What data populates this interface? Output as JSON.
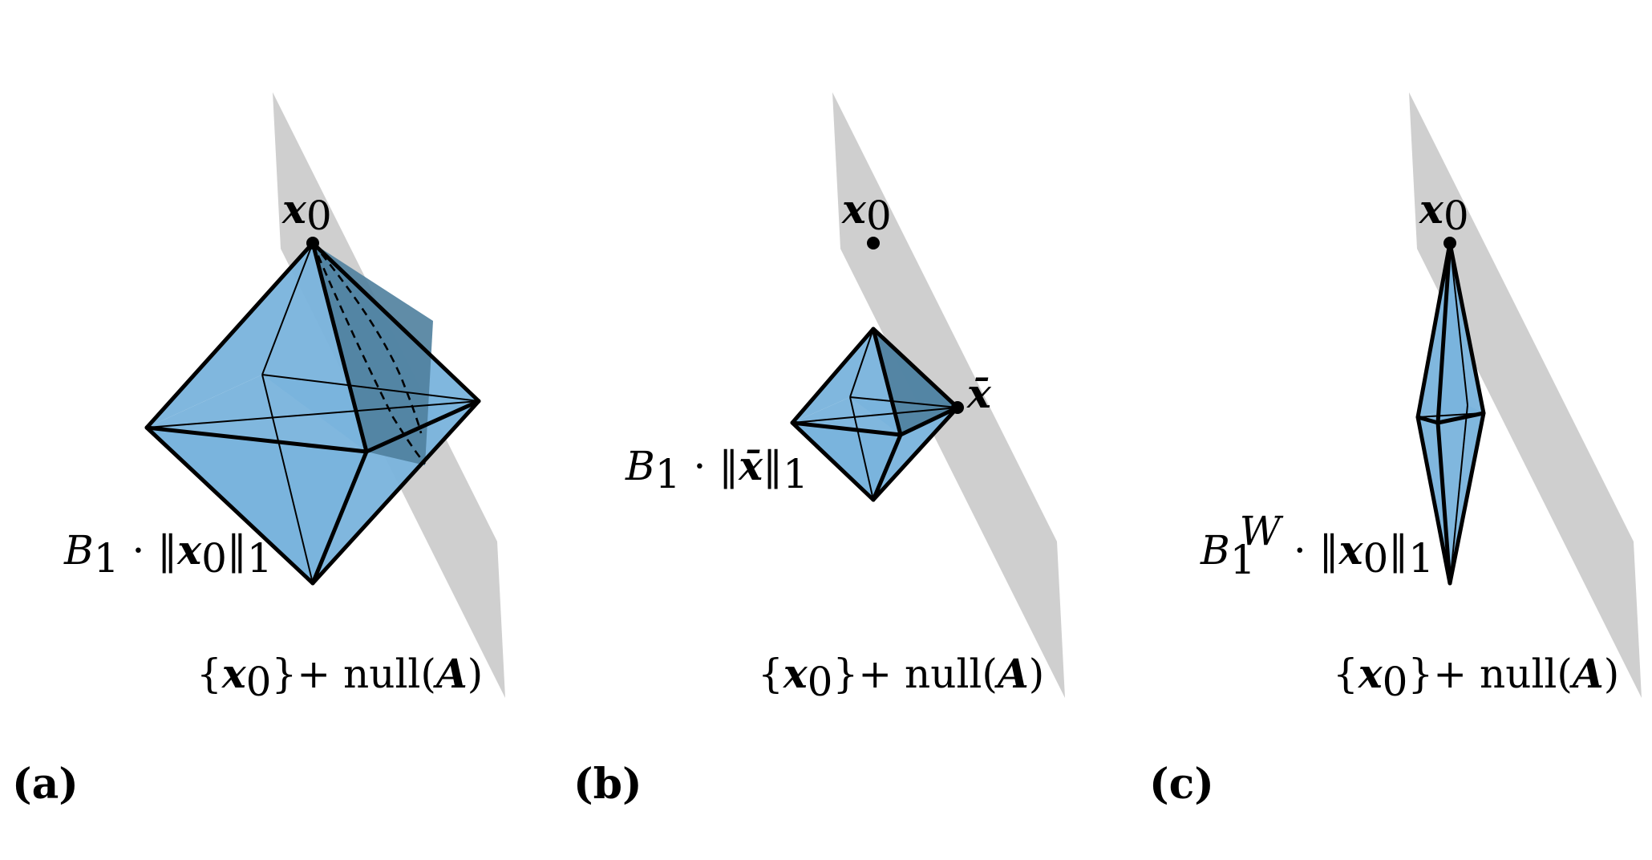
{
  "panels": [
    {
      "id": "a",
      "tag": "(a)",
      "point_label": "x",
      "point_sub": "0",
      "ball_label_prefix": "B",
      "ball_label_sub": "1",
      "ball_label_sup": "",
      "ball_label_norm": "x",
      "ball_label_norm_sub": "0",
      "plane_label_point": "x",
      "plane_label_point_sub": "0",
      "plane_label_rest": "}+ null(",
      "plane_label_matrix": "A"
    },
    {
      "id": "b",
      "tag": "(b)",
      "point_label": "x",
      "point_sub": "0",
      "touch_label": "x̄",
      "ball_label_prefix": "B",
      "ball_label_sub": "1",
      "ball_label_sup": "",
      "ball_label_norm": "x̄",
      "ball_label_norm_sub": "",
      "plane_label_point": "x",
      "plane_label_point_sub": "0",
      "plane_label_rest": "}+ null(",
      "plane_label_matrix": "A"
    },
    {
      "id": "c",
      "tag": "(c)",
      "point_label": "x",
      "point_sub": "0",
      "ball_label_prefix": "B",
      "ball_label_sub": "1",
      "ball_label_sup": "W",
      "ball_label_norm": "x",
      "ball_label_norm_sub": "0",
      "plane_label_point": "x",
      "plane_label_point_sub": "0",
      "plane_label_rest": "}+ null(",
      "plane_label_matrix": "A"
    }
  ],
  "colors": {
    "plane": "#cfcfcf",
    "polytope": "#79b3dc",
    "edges": "#000000"
  }
}
